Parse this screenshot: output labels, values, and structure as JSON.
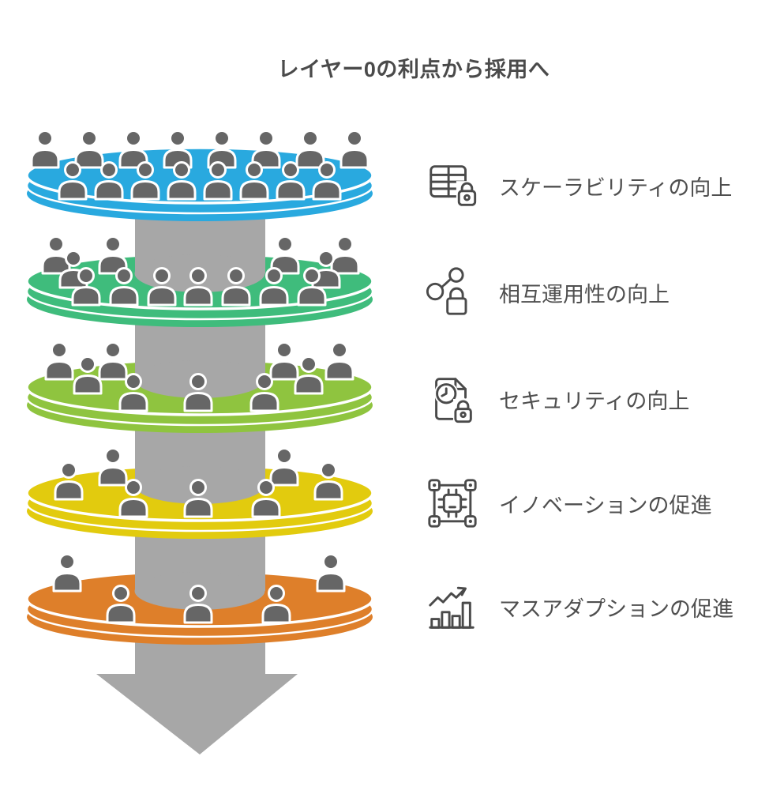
{
  "title": "レイヤー0の利点から採用へ",
  "benefits": [
    {
      "id": "scalability",
      "icon": "table-lock",
      "label": "スケーラビリティの向上"
    },
    {
      "id": "interoperability",
      "icon": "network-lock",
      "label": "相互運用性の向上"
    },
    {
      "id": "security",
      "icon": "document-clock-lock",
      "label": "セキュリティの向上"
    },
    {
      "id": "innovation",
      "icon": "chip",
      "label": "イノベーションの促進"
    },
    {
      "id": "mass-adoption",
      "icon": "growth-chart",
      "label": "マスアダプションの促進"
    }
  ],
  "funnel": {
    "layers": [
      {
        "name": "layer-1",
        "color": "#29A9DF",
        "people": 16
      },
      {
        "name": "layer-2",
        "color": "#3FBC7C",
        "people": 13
      },
      {
        "name": "layer-3",
        "color": "#8FC43F",
        "people": 9
      },
      {
        "name": "layer-4",
        "color": "#E2CB0E",
        "people": 7
      },
      {
        "name": "layer-5",
        "color": "#DE7F2A",
        "people": 5
      }
    ],
    "arrow_color": "#A7A7A7",
    "person_color": "#666666",
    "person_outline": "#FFFFFF"
  },
  "colors": {
    "background": "#FFFFFF",
    "title_text": "#4A4A4A",
    "benefit_text": "#4F4F4F",
    "icon_stroke": "#4A4A4A"
  }
}
